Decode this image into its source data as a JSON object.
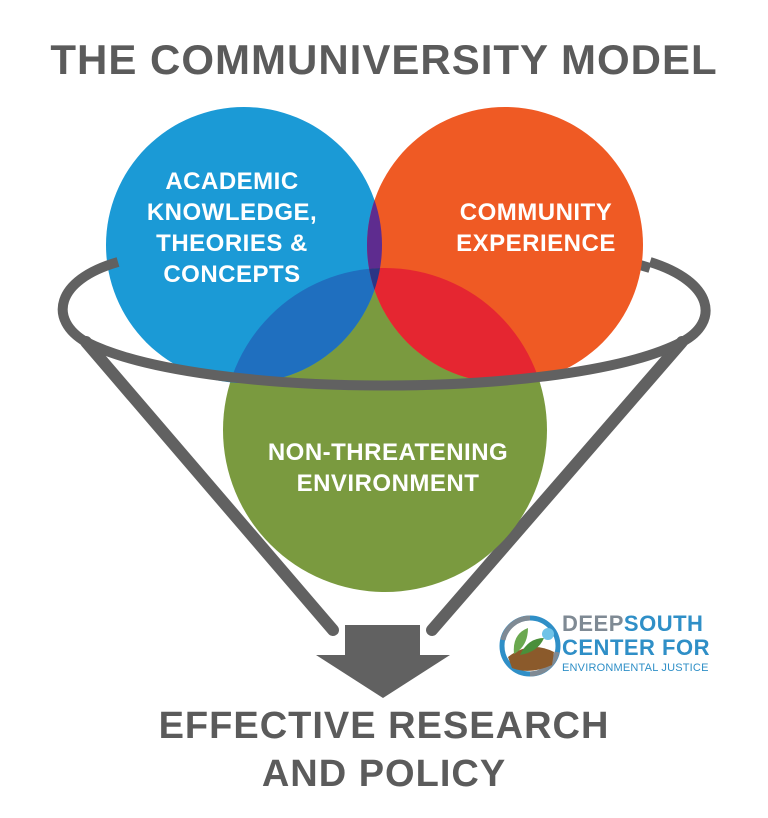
{
  "title": "THE COMMUNIVERSITY MODEL",
  "circles": {
    "academic": [
      "ACADEMIC",
      "KNOWLEDGE,",
      "THEORIES &",
      "CONCEPTS"
    ],
    "community": [
      "COMMUNITY",
      "EXPERIENCE"
    ],
    "environment": [
      "NON-THREATENING",
      "ENVIRONMENT"
    ]
  },
  "output": [
    "EFFECTIVE RESEARCH",
    "AND POLICY"
  ],
  "logo": {
    "word1": "DEEP",
    "word2": "SOUTH",
    "line2": "CENTER FOR",
    "line3": "ENVIRONMENTAL JUSTICE"
  },
  "colors": {
    "blue": "#1b9ad6",
    "orange": "#ef5a24",
    "green": "#7a9a3f",
    "purple": "#5e2c8f",
    "overlap_blue_green": "#1f6fbf",
    "overlap_orange_green": "#e52631",
    "center": "#2b3585",
    "funnel": "#616161",
    "text_gray": "#5b5b5b"
  }
}
